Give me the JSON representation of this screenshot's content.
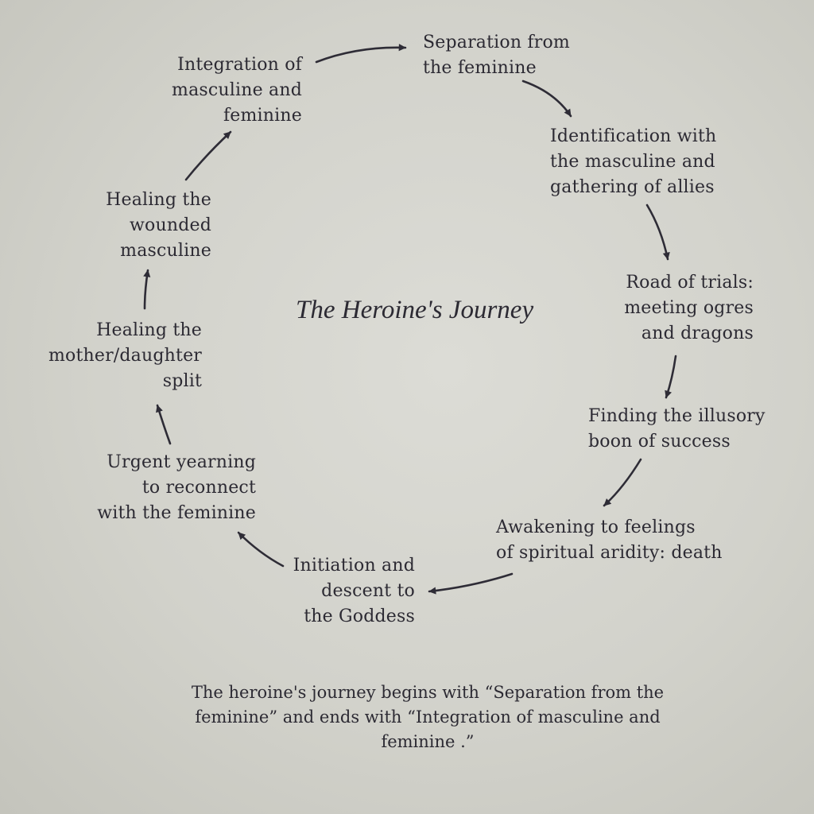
{
  "diagram": {
    "title": "The Heroine's Journey",
    "stages": [
      {
        "lines": [
          "Separation from",
          "the feminine"
        ]
      },
      {
        "lines": [
          "Identification with",
          "the masculine and",
          "gathering of allies"
        ]
      },
      {
        "lines": [
          "Road of trials:",
          "meeting ogres",
          "and dragons"
        ]
      },
      {
        "lines": [
          "Finding the illusory",
          "boon of success"
        ]
      },
      {
        "lines": [
          "Awakening to feelings",
          "of spiritual aridity: death"
        ]
      },
      {
        "lines": [
          "Initiation and",
          "descent to",
          "the Goddess"
        ]
      },
      {
        "lines": [
          "Urgent yearning",
          "to reconnect",
          "with the feminine"
        ]
      },
      {
        "lines": [
          "Healing the",
          "mother/daughter",
          "split"
        ]
      },
      {
        "lines": [
          "Healing the",
          "wounded",
          "masculine"
        ]
      },
      {
        "lines": [
          "Integration of",
          "masculine and",
          "feminine"
        ]
      }
    ],
    "caption": [
      "The heroine's journey begins with “Separation from the",
      "feminine” and ends with “Integration of masculine and",
      "feminine .”"
    ]
  },
  "colors": {
    "paper": "#d6d6cf",
    "ink": "#2c2a33"
  }
}
